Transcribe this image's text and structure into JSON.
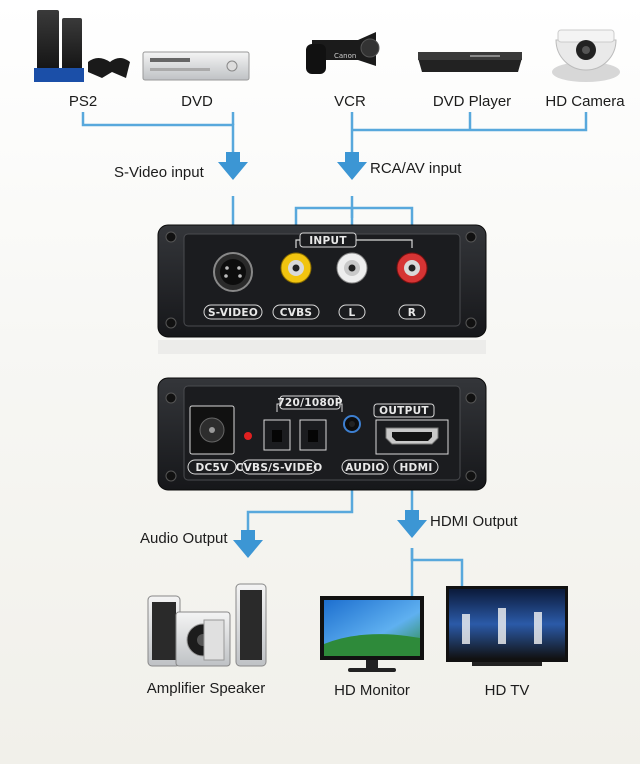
{
  "sources": {
    "ps2": "PS2",
    "dvd": "DVD",
    "vcr": "VCR",
    "dvd_player": "DVD Player",
    "hd_camera": "HD Camera",
    "camera_brand": "Canon"
  },
  "inputs": {
    "svideo": "S-Video input",
    "rca": "RCA/AV input"
  },
  "front_panel": {
    "title": "INPUT",
    "ports": [
      "S-VIDEO",
      "CVBS",
      "L",
      "R"
    ]
  },
  "back_panel": {
    "dc": "DC5V",
    "switch": "CVBS/S-VIDEO",
    "resolution": "720/1080P",
    "output": "OUTPUT",
    "audio": "AUDIO",
    "hdmi": "HDMI"
  },
  "outputs": {
    "audio": "Audio Output",
    "hdmi": "HDMI Output"
  },
  "sinks": {
    "speaker": "Amplifier Speaker",
    "monitor": "HD Monitor",
    "tv": "HD TV"
  },
  "colors": {
    "wire": "#58a8dc",
    "arrow": "#3c96d4",
    "panel": "#202124",
    "yellow_jack": "#f1c40f",
    "white_jack": "#eeeeee",
    "red_jack": "#d63434"
  }
}
